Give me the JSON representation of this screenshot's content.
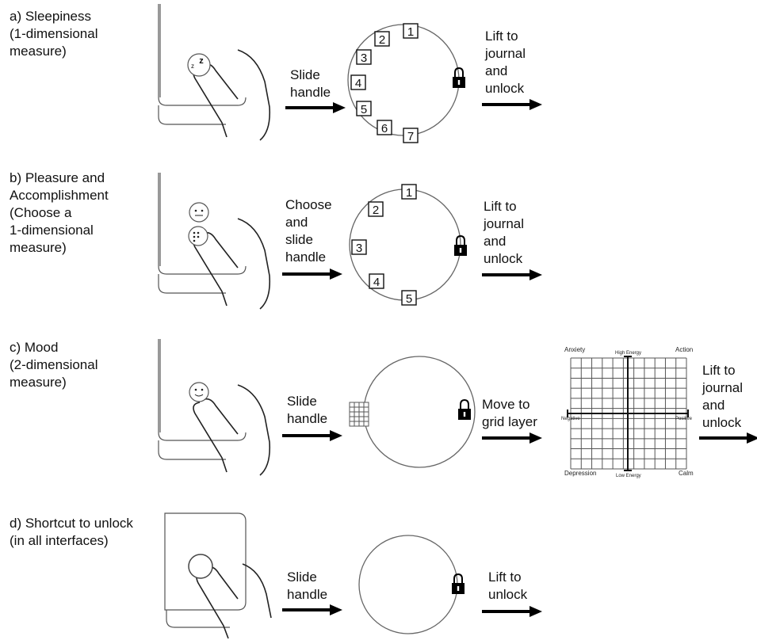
{
  "sections": [
    {
      "id": "a",
      "label": "a) Sleepiness\n(1-dimensional\nmeasure)",
      "step1": "Slide\nhandle",
      "step2": "Lift to\njournal\nand\nunlock",
      "scale_numbers": [
        "1",
        "2",
        "3",
        "4",
        "5",
        "6",
        "7"
      ]
    },
    {
      "id": "b",
      "label": "b) Pleasure and\nAccomplishment\n(Choose a\n1-dimensional\nmeasure)",
      "step1": "Choose\nand\nslide\nhandle",
      "step2": "Lift to\njournal\nand\nunlock",
      "scale_numbers": [
        "1",
        "2",
        "3",
        "4",
        "5"
      ]
    },
    {
      "id": "c",
      "label": "c) Mood\n(2-dimensional\nmeasure)",
      "step1": "Slide\nhandle",
      "step2": "Move to\ngrid layer",
      "step3": "Lift to\njournal\nand\nunlock",
      "grid": {
        "top_left": "Anxiety",
        "top_right": "Action",
        "bottom_left": "Depression",
        "bottom_right": "Calm",
        "top_axis": "High Energy",
        "bottom_axis": "Low Energy",
        "left_axis": "Negative",
        "right_axis": "Positive"
      }
    },
    {
      "id": "d",
      "label": "d) Shortcut to unlock\n(in all interfaces)",
      "step1": "Slide\nhandle",
      "step2": "Lift to\nunlock"
    }
  ],
  "icons": {
    "lock": "padlock-icon",
    "hand": "hand-pointer-icon",
    "sleepy_face": "sleepy-face-icon",
    "smiley_face": "smiley-face-icon",
    "grid_handle": "grid-handle-icon",
    "plain_handle": "circle-handle-icon"
  }
}
